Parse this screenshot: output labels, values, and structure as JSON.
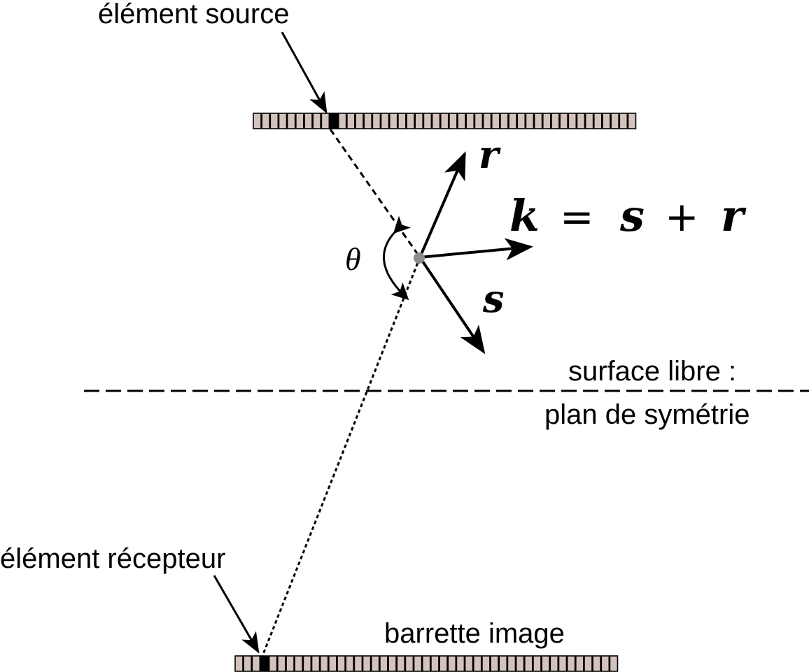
{
  "labels": {
    "source_element": "élément source",
    "receiver_element": "élément récepteur",
    "image_array": "barrette image",
    "free_surface_line1": "surface libre :",
    "free_surface_line2": "plan de symétrie",
    "theta": "θ"
  },
  "vectors": {
    "r": "r",
    "s": "s",
    "k_equation": {
      "k": "k",
      "eq": "=",
      "s": "s",
      "plus": "+",
      "r": "r"
    }
  },
  "colors": {
    "element_fill": "#d3c3bc",
    "active_element": "#000000",
    "focal_point": "#8c8c8c",
    "ink": "#000000"
  },
  "arrays": {
    "source": {
      "element_count": 45,
      "active_index": 9
    },
    "image": {
      "element_count": 45,
      "active_index": 3
    }
  }
}
